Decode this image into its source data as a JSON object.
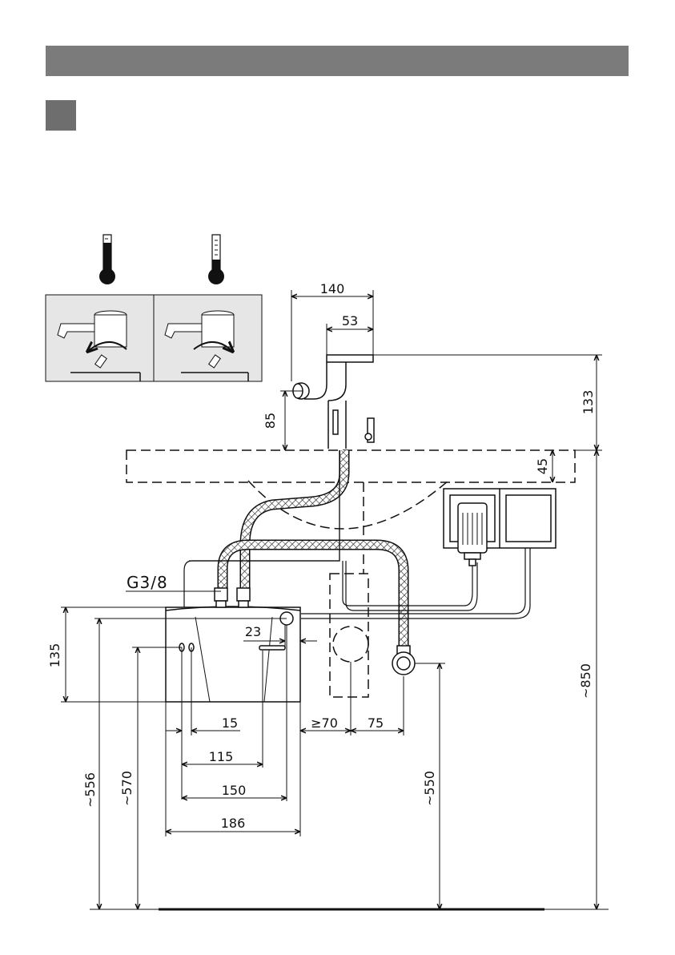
{
  "diagram": {
    "connection_label": "G3/8",
    "dimensions": {
      "d140": "140",
      "d53": "53",
      "d133": "133",
      "d85": "85",
      "d45": "45",
      "d23": "23",
      "d135": "135",
      "d15": "15",
      "d70": "≥70",
      "d75": "75",
      "d115": "115",
      "d150": "150",
      "d186": "186",
      "d556": "~556",
      "d570": "~570",
      "d550": "~550",
      "d850": "~850"
    },
    "icons": [
      "thermometer-hot-icon",
      "thermometer-cold-icon",
      "faucet-icon",
      "water-heater-icon",
      "power-adapter-icon",
      "wall-socket-icon",
      "drain-trap-icon"
    ]
  },
  "colors": {
    "header": "#7b7b7b",
    "step_box": "#6e6e6e",
    "inset_panel": "#e6e6e6",
    "line": "#111111"
  }
}
